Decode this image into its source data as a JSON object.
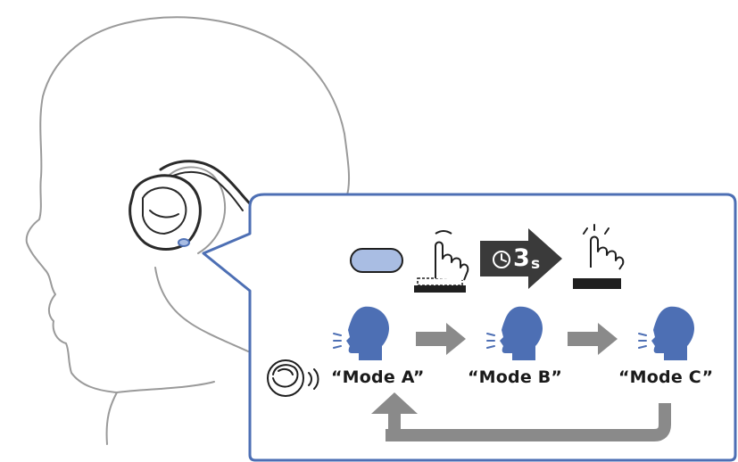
{
  "timer": {
    "value": "3",
    "unit": "s"
  },
  "modes": [
    {
      "label": "“Mode A”"
    },
    {
      "label": "“Mode B”"
    },
    {
      "label": "“Mode C”"
    }
  ],
  "colors": {
    "accent_blue": "#4d6fb4",
    "button_fill": "#a9bde3",
    "arrow_gray": "#8a8a8a",
    "timer_arrow": "#3a3a3a",
    "sketch_line": "#9a9a9a"
  },
  "icons": [
    "head-profile-illustration",
    "earbud-icon",
    "button-icon",
    "press-hand-icon",
    "clock-icon",
    "release-hand-icon",
    "speaking-head-icon",
    "voice-guidance-icon"
  ]
}
